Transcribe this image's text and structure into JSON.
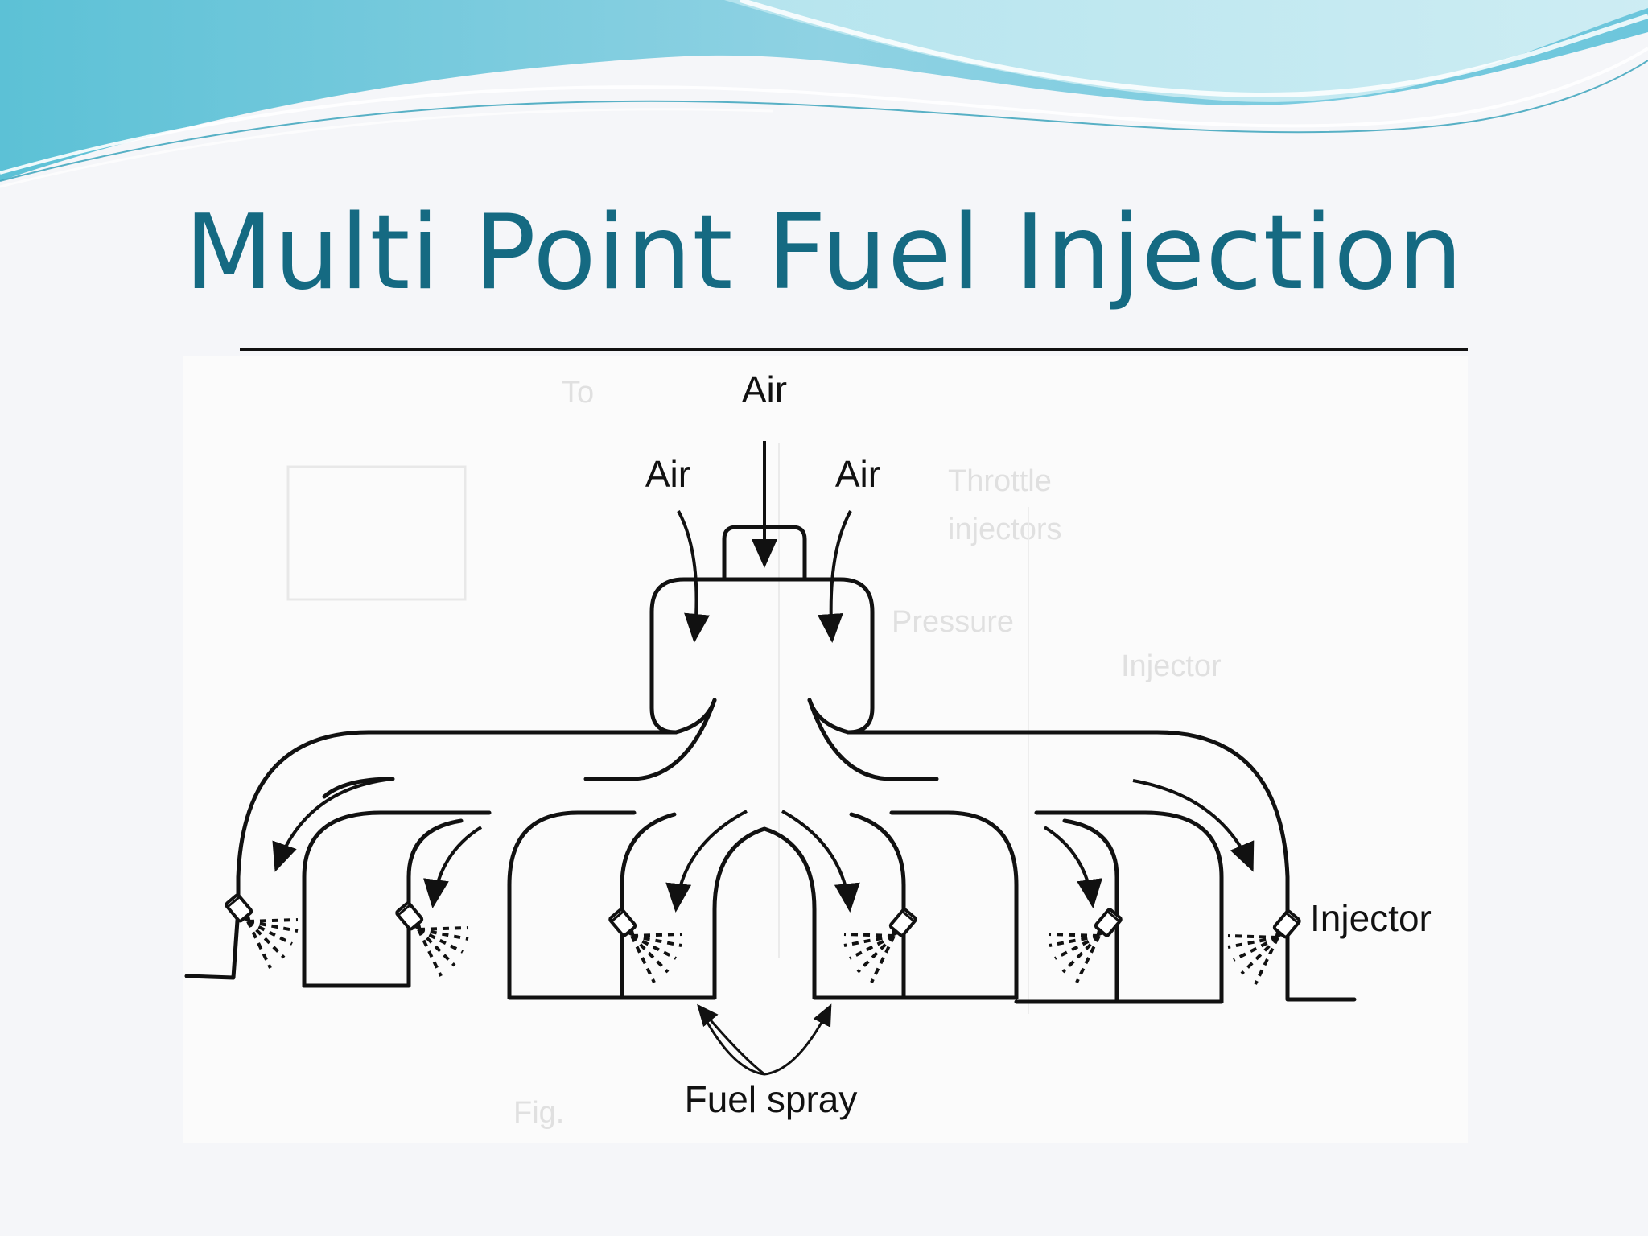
{
  "slide": {
    "title": "Multi Point Fuel Injection"
  },
  "diagram": {
    "labels": {
      "air_top": "Air",
      "air_left": "Air",
      "air_right": "Air",
      "injector": "Injector",
      "fuel_spray": "Fuel spray"
    },
    "colors": {
      "title": "#156a82",
      "wave_dark": "#4fb3cc",
      "wave_light": "#9fdce8",
      "line": "#111111"
    }
  }
}
